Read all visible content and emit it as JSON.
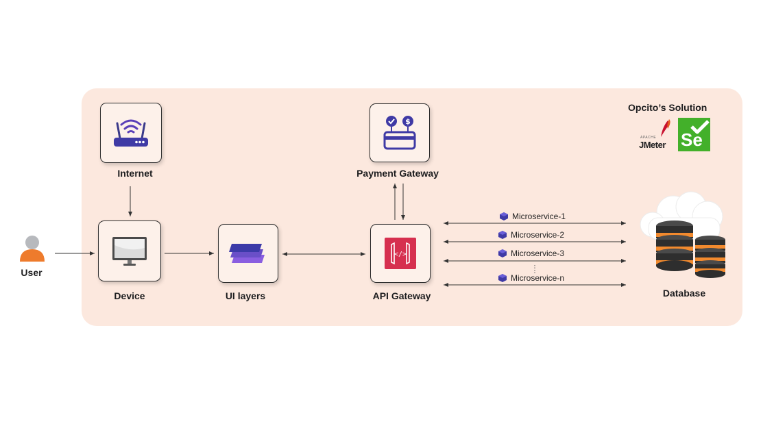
{
  "nodes": {
    "user": "User",
    "internet": "Internet",
    "device": "Device",
    "ui_layers": "UI layers",
    "payment_gateway": "Payment Gateway",
    "api_gateway": "API Gateway",
    "database": "Database"
  },
  "microservices": [
    "Microservice-1",
    "Microservice-2",
    "Microservice-3",
    "Microservice-n"
  ],
  "solution": {
    "title": "Opcito’s Solution",
    "logos": [
      {
        "name": "jmeter-logo",
        "text": "JMeter",
        "sub": "APACHE"
      },
      {
        "name": "selenium-logo",
        "text": "Se"
      }
    ]
  },
  "colors": {
    "panel": "#fce8de",
    "accent": "#6a4fc8",
    "api_red": "#d6304f",
    "selenium_green": "#43b02a",
    "user_orange": "#ee7b2c"
  }
}
